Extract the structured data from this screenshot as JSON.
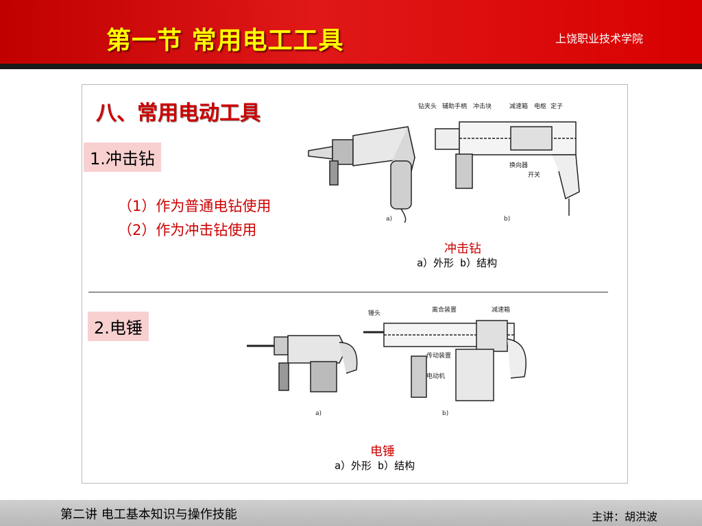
{
  "header": {
    "title": "第一节  常用电工工具",
    "school": "上饶职业技术学院"
  },
  "section": {
    "title": "八、常用电动工具"
  },
  "impact_drill": {
    "label": "1.冲击钻",
    "usages": [
      "（1）作为普通电钻使用",
      "（2）作为冲击钻使用"
    ],
    "caption": "冲击钻",
    "subcaption": "a）外形 b）结构",
    "figure_labels": [
      "钻夹头",
      "辅助手柄",
      "冲击块",
      "减速箱",
      "电枢",
      "定子",
      "换向器",
      "开关",
      "a)",
      "b)"
    ]
  },
  "hammer": {
    "label": "2.电锤",
    "caption": "电锤",
    "subcaption": "a）外形 b）结构",
    "figure_labels": [
      "锤头",
      "离合装置",
      "减速箱",
      "传动装置",
      "电动机",
      "a)",
      "b)"
    ]
  },
  "footer": {
    "lecture": "第二讲  电工基本知识与操作技能",
    "lecturer": "主讲：胡洪波"
  }
}
